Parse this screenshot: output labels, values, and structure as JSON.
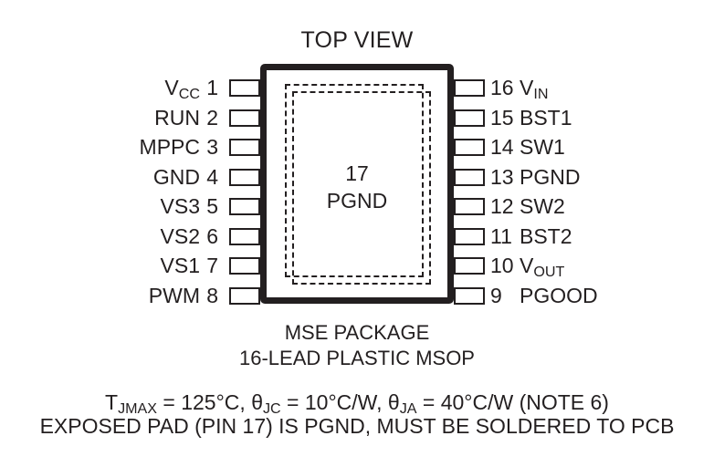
{
  "diagram": {
    "title": "TOP VIEW",
    "exposed_pad": {
      "pin_number": "17",
      "pin_label": "PGND"
    },
    "package_lines": {
      "line1": "MSE PACKAGE",
      "line2": "16-LEAD PLASTIC MSOP"
    },
    "thermal_line": {
      "tjmax_symbol": "T",
      "tjmax_sub": "JMAX",
      "tjmax_value": " = 125°C, ",
      "theta_jc_symbol": "θ",
      "theta_jc_sub": "JC",
      "theta_jc_value": " = 10°C/W, ",
      "theta_ja_symbol": "θ",
      "theta_ja_sub": "JA",
      "theta_ja_value": " = 40°C/W (NOTE 6)"
    },
    "note_line": "EXPOSED PAD (PIN 17) IS PGND, MUST BE SOLDERED TO PCB",
    "colors": {
      "ink": "#231f20",
      "background": "#ffffff"
    },
    "pins_left": [
      {
        "number": "1",
        "name": "V",
        "sub": "CC"
      },
      {
        "number": "2",
        "name": "RUN",
        "sub": ""
      },
      {
        "number": "3",
        "name": "MPPC",
        "sub": ""
      },
      {
        "number": "4",
        "name": "GND",
        "sub": ""
      },
      {
        "number": "5",
        "name": "VS3",
        "sub": ""
      },
      {
        "number": "6",
        "name": "VS2",
        "sub": ""
      },
      {
        "number": "7",
        "name": "VS1",
        "sub": ""
      },
      {
        "number": "8",
        "name": "PWM",
        "sub": ""
      }
    ],
    "pins_right": [
      {
        "number": "16",
        "name": "V",
        "sub": "IN"
      },
      {
        "number": "15",
        "name": "BST1",
        "sub": ""
      },
      {
        "number": "14",
        "name": "SW1",
        "sub": ""
      },
      {
        "number": "13",
        "name": "PGND",
        "sub": ""
      },
      {
        "number": "12",
        "name": "SW2",
        "sub": ""
      },
      {
        "number": "11",
        "name": "BST2",
        "sub": ""
      },
      {
        "number": "10",
        "name": "V",
        "sub": "OUT"
      },
      {
        "number": "9",
        "name": "PGOOD",
        "sub": ""
      }
    ]
  }
}
